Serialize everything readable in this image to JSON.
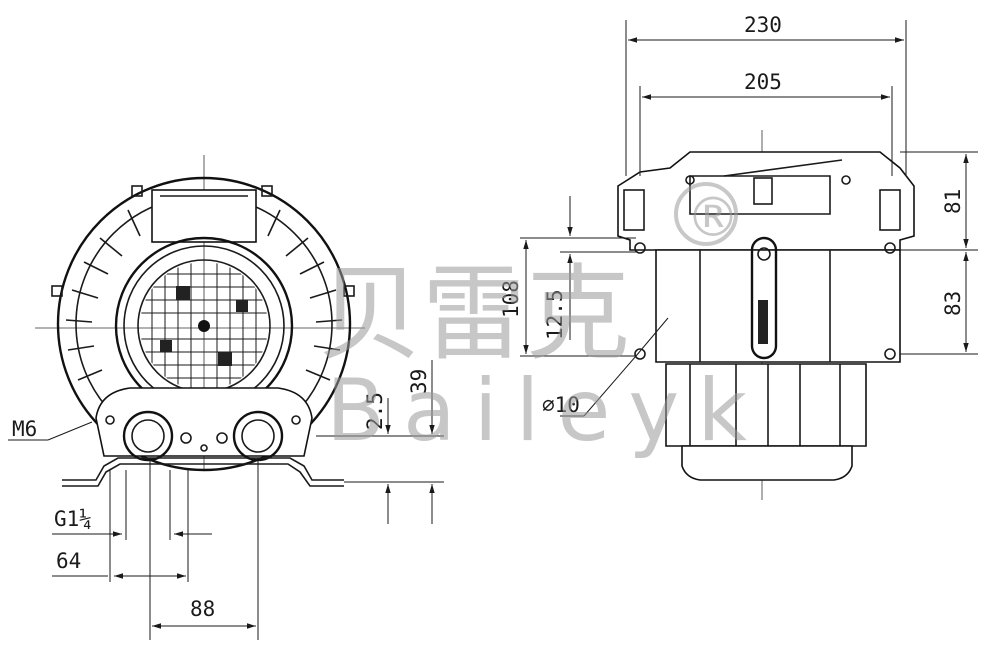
{
  "dimensions": {
    "overall_length": "230",
    "body_length": "205",
    "top_height": "81",
    "lower_height": "83",
    "height_108": "108",
    "offset_12_5": "12.5",
    "height_39": "39",
    "offset_2_5": "2.5",
    "hole_dia": "⌀10",
    "thread_m6": "M6",
    "port_thread": "G1¼",
    "spacing_64": "64",
    "spacing_88": "88"
  },
  "watermark": {
    "chinese": "贝雷克",
    "latin": "Baileyk",
    "registered": "®"
  }
}
